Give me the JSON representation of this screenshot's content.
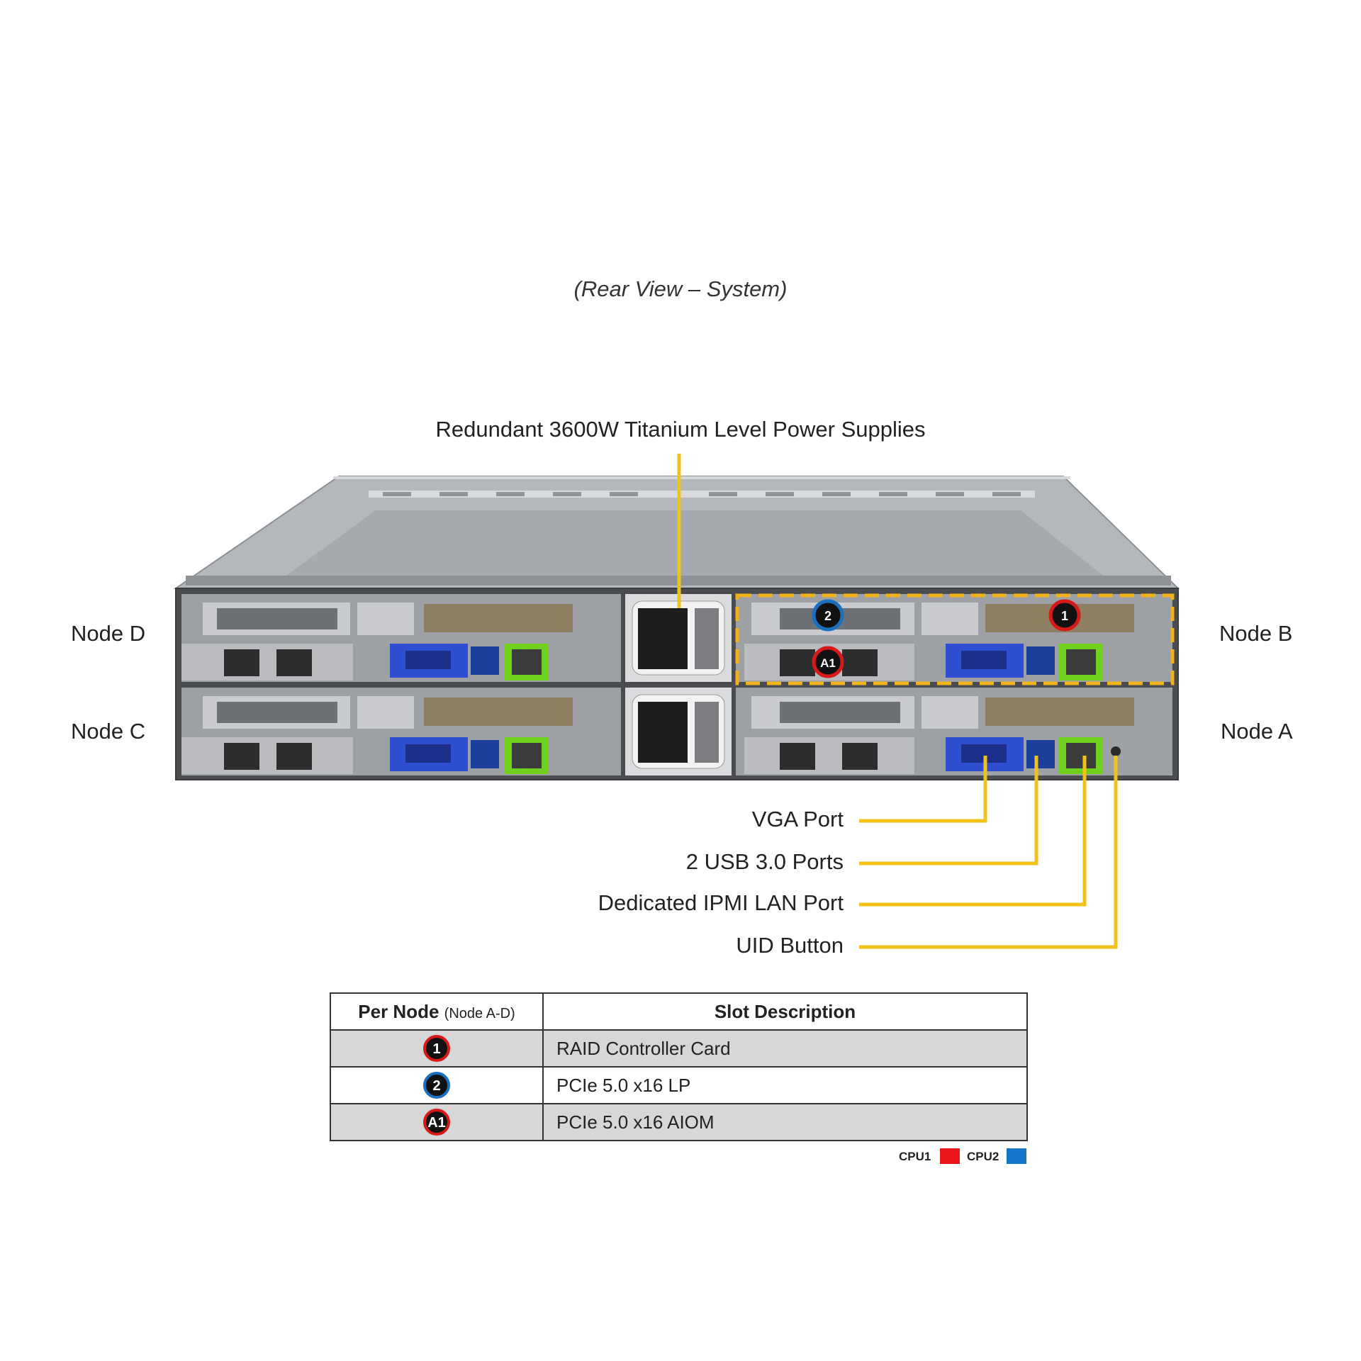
{
  "caption": "(Rear View – System)",
  "psu_label": "Redundant 3600W Titanium Level Power Supplies",
  "nodes": {
    "d": "Node D",
    "c": "Node C",
    "b": "Node B",
    "a": "Node A"
  },
  "callouts": {
    "vga": "VGA Port",
    "usb": "2 USB 3.0 Ports",
    "ipmi": "Dedicated IPMI LAN Port",
    "uid": "UID Button"
  },
  "markers": {
    "slot1": "1",
    "slot2": "2",
    "slotA1": "A1"
  },
  "table": {
    "header_col1": "Per Node",
    "header_col1_sub": "(Node A-D)",
    "header_col2": "Slot Description",
    "rows": [
      {
        "badge": "1",
        "ring": "red",
        "desc": "RAID Controller Card"
      },
      {
        "badge": "2",
        "ring": "blue",
        "desc": "PCIe 5.0 x16 LP"
      },
      {
        "badge": "A1",
        "ring": "red",
        "desc": "PCIe 5.0 x16 AIOM"
      }
    ]
  },
  "legend": {
    "cpu1": "CPU1",
    "cpu2": "CPU2",
    "cpu1_color": "#e8161b",
    "cpu2_color": "#1577c9"
  },
  "colors": {
    "callout_line": "#f2c21b",
    "chassis": "#a9acb0",
    "vga": "#2f4fd0",
    "lan_highlight": "#6fd11e"
  }
}
